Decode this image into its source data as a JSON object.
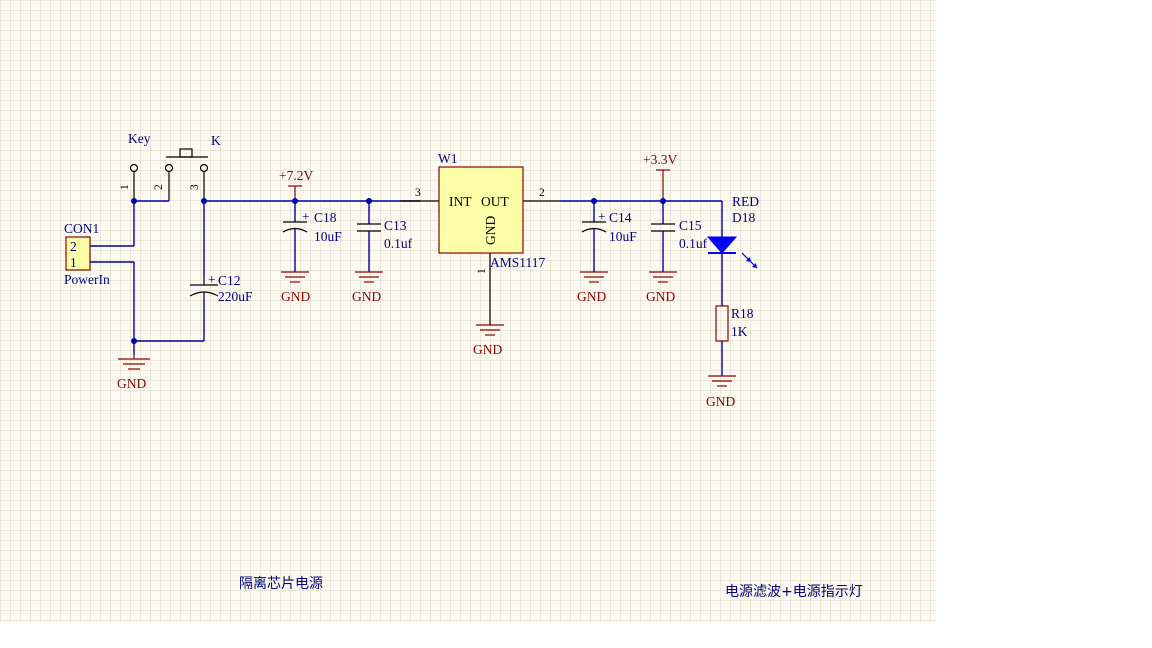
{
  "components": {
    "key": {
      "ref": "Key",
      "value": "K",
      "pins": [
        "1",
        "2",
        "3"
      ]
    },
    "con1": {
      "ref": "CON1",
      "value": "PowerIn",
      "pins": [
        "2",
        "1"
      ]
    },
    "c12": {
      "ref": "C12",
      "value": "220uF"
    },
    "c18": {
      "ref": "C18",
      "value": "10uF"
    },
    "c13": {
      "ref": "C13",
      "value": "0.1uf"
    },
    "w1": {
      "ref": "W1",
      "value": "AMS1117",
      "in_label": "INT",
      "out_label": "OUT",
      "gnd_label": "GND",
      "pin_in": "3",
      "pin_out": "2",
      "pin_gnd": "1"
    },
    "c14": {
      "ref": "C14",
      "value": "10uF"
    },
    "c15": {
      "ref": "C15",
      "value": "0.1uf"
    },
    "d18": {
      "ref": "D18",
      "value": "RED"
    },
    "r18": {
      "ref": "R18",
      "value": "1K"
    }
  },
  "nets": {
    "v72": "+7.2V",
    "v33": "+3.3V",
    "gnd": "GND",
    "plus": "+"
  },
  "notes": {
    "left": "隔离芯片电源",
    "right": "电源滤波+电源指示灯"
  },
  "colors": {
    "wire": "#0000a8",
    "power": "#8b0000",
    "ic_fill": "#ffffa8",
    "led": "#0000ff",
    "label": "#000080"
  }
}
